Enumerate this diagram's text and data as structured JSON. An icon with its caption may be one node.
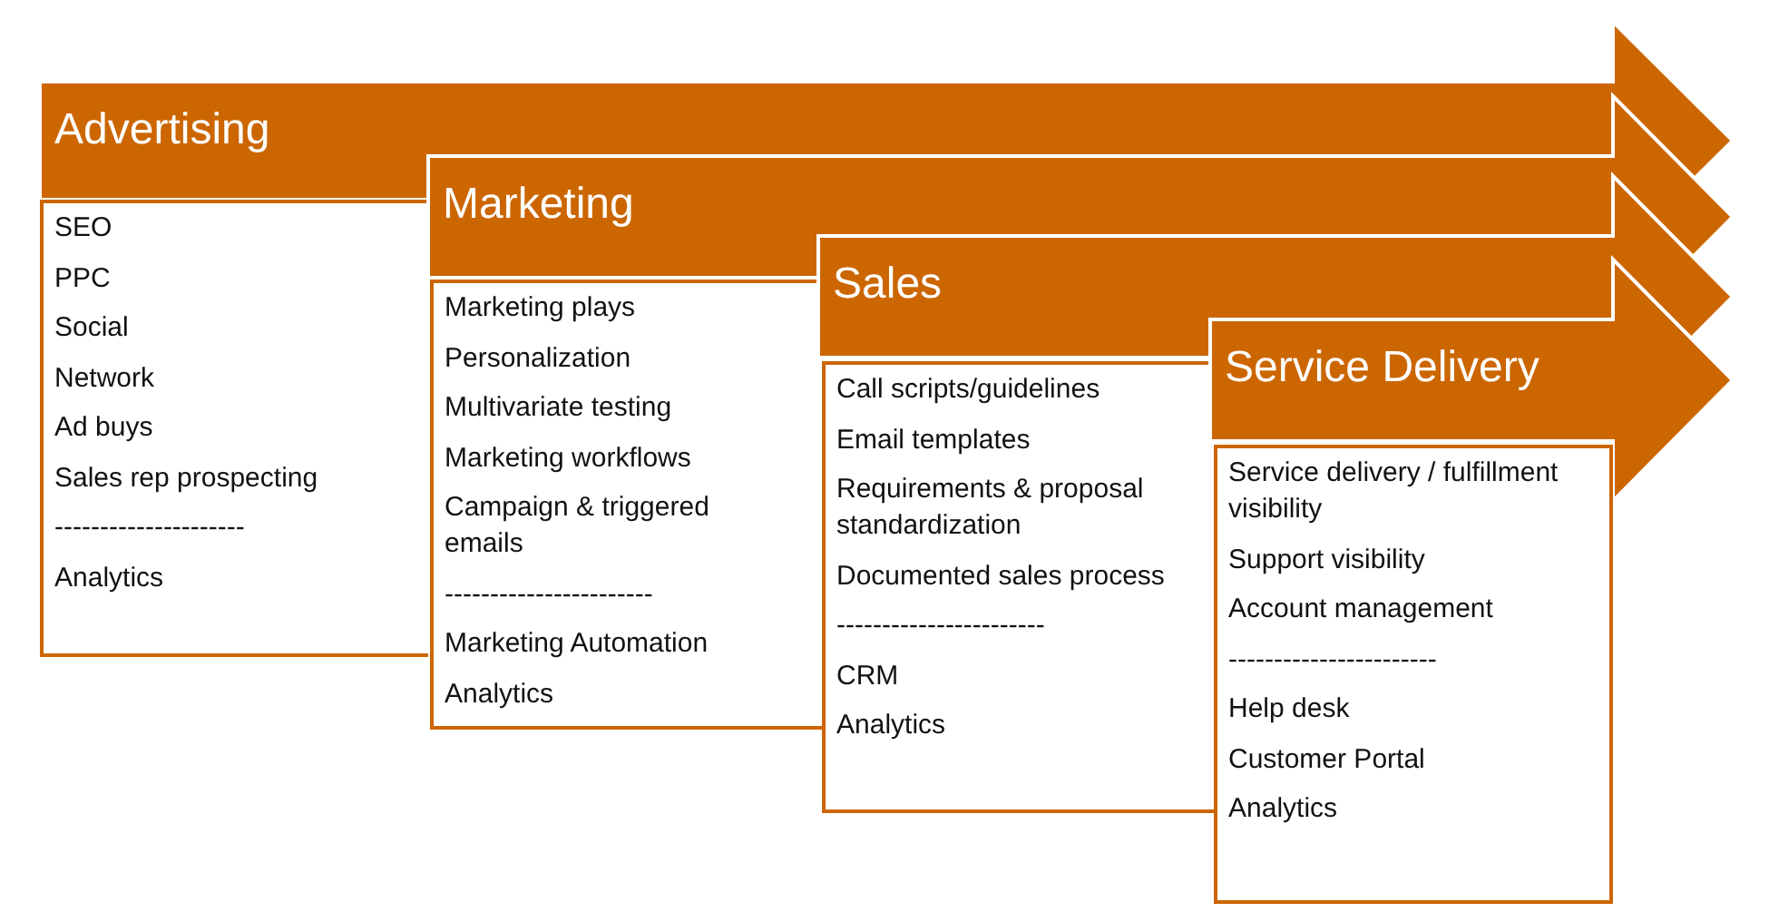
{
  "diagram": {
    "nodes": [
      {
        "text": [
          "Advertising"
        ]
      },
      {
        "text": [
          "SEO",
          "PPC",
          "Social",
          "Network",
          "Ad buys",
          "Sales rep prospecting",
          "---------------------",
          "Analytics"
        ]
      },
      {
        "text": [
          "Marketing"
        ]
      },
      {
        "text": [
          "Marketing plays",
          "Personalization",
          "Multivariate testing",
          "Marketing workflows",
          "Campaign & triggered emails",
          "-----------------------",
          "Marketing Automation",
          "Analytics"
        ]
      },
      {
        "text": [
          "Sales"
        ]
      },
      {
        "text": [
          "Call scripts/guidelines",
          "Email templates",
          "Requirements & proposal standardization",
          "Documented sales process",
          "-----------------------",
          "CRM",
          "Analytics"
        ]
      },
      {
        "text": [
          "Service Delivery"
        ]
      },
      {
        "text": [
          "Service delivery / fulfillment visibility",
          "Support visibility",
          "Account management",
          "-----------------------",
          "Help desk",
          "Customer Portal",
          "Analytics"
        ]
      }
    ]
  }
}
